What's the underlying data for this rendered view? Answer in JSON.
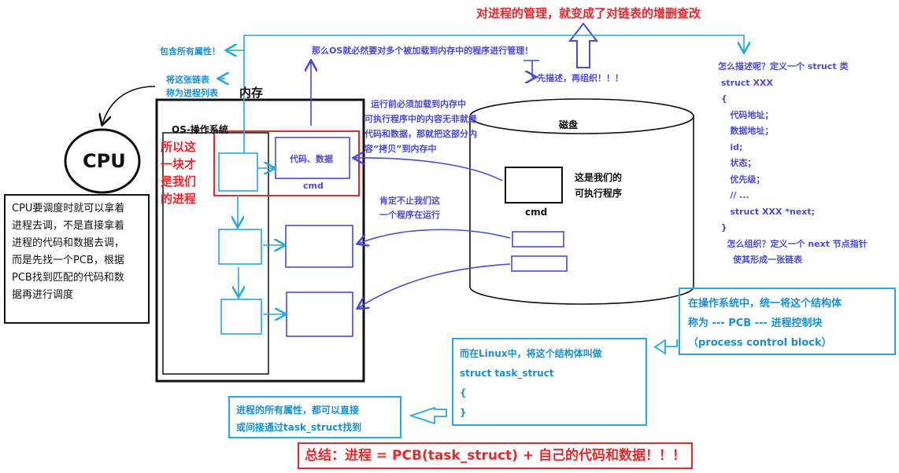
{
  "top_title": "对进程的管理，就变成了对链表的增删查改",
  "annotations": {
    "all_attrs": "包含所有属性！",
    "linked_list_1": "将这张链表",
    "linked_list_2": "称为进程列表",
    "memory": "内存",
    "os_manage": "那么OS就必然要对多个被加载到内存中的程序进行管理！",
    "describe_then_organize": "先描述，再组织！！！",
    "load_1": "运行前必须加载到内存中",
    "load_2": "可执行程序中的内容无非就是",
    "load_3": "代码和数据，那就把这部分内",
    "load_4": "容“拷贝”到内存中",
    "more_procs_1": "肯定不止我们这",
    "more_procs_2": "一个程序在运行",
    "disk": "磁盘",
    "exe_1": "这是我们的",
    "exe_2": "可执行程序",
    "cmd_disk": "cmd",
    "cmd_mem": "cmd",
    "os_label": "OS-操作系统",
    "code_data": "代码、数据",
    "cpu": "CPU"
  },
  "process_label": [
    "所以这",
    "一块才",
    "是我们",
    "的进程"
  ],
  "cpu_note": [
    "CPU要调度时就可以拿着",
    "进程去调，不是直接拿着",
    "进程的代码和数据去调，",
    "而是先找一个PCB，根据",
    "PCB找到匹配的代码和数",
    "据再进行调度"
  ],
  "struct_def": [
    "怎么描述呢？定义一个 struct 类",
    " struct XXX",
    " {",
    "    代码地址；",
    "    数据地址；",
    "    id;",
    "    状态；",
    "    优先级；",
    "    // ...",
    "    struct XXX *next;",
    " }",
    "   怎么组织？定义一个 next 节点指针",
    "     使其形成一张链表"
  ],
  "os_pcb_box": [
    "在操作系统中，统一将这个结构体",
    "称为 --- PCB --- 进程控制块",
    "（process control block）"
  ],
  "linux_box": [
    "而在Linux中，将这个结构体叫做",
    "struct task_struct",
    "{",
    "}"
  ],
  "attr_box": [
    "进程的所有属性，都可以直接",
    "或间接通过task_struct找到"
  ],
  "summary": "总结：进程 = PCB(task_struct) + 自己的代码和数据！！！",
  "colors": {
    "blue": "#4a4ad6",
    "cyan": "#29a7e1",
    "red": "#e8262c",
    "black": "#111111"
  }
}
